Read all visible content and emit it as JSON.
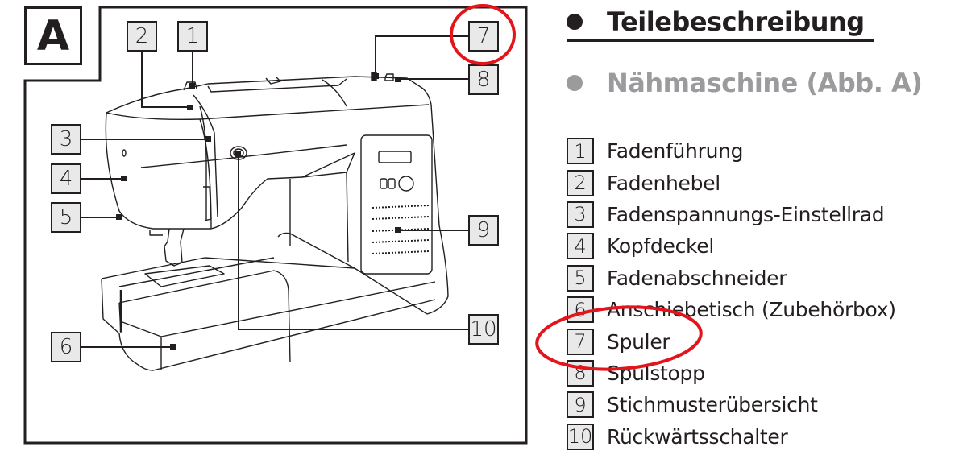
{
  "figure": {
    "label": "A",
    "callouts": [
      {
        "id": "1",
        "text": "1"
      },
      {
        "id": "2",
        "text": "2"
      },
      {
        "id": "3",
        "text": "3"
      },
      {
        "id": "4",
        "text": "4"
      },
      {
        "id": "5",
        "text": "5"
      },
      {
        "id": "6",
        "text": "6"
      },
      {
        "id": "7",
        "text": "7"
      },
      {
        "id": "8",
        "text": "8"
      },
      {
        "id": "9",
        "text": "9"
      },
      {
        "id": "10",
        "text": "10"
      }
    ]
  },
  "text_panel": {
    "heading": "Teilebeschreibung",
    "subheading": "Nähmaschine (Abb. A)",
    "parts": [
      {
        "number": "1",
        "label": "Fadenführung"
      },
      {
        "number": "2",
        "label": "Fadenhebel"
      },
      {
        "number": "3",
        "label": "Fadenspannungs-Einstellrad"
      },
      {
        "number": "4",
        "label": "Kopfdeckel"
      },
      {
        "number": "5",
        "label": "Fadenabschneider"
      },
      {
        "number": "6",
        "label": "Anschiebetisch (Zubehörbox)"
      },
      {
        "number": "7",
        "label": "Spuler"
      },
      {
        "number": "8",
        "label": "Spulstopp"
      },
      {
        "number": "9",
        "label": "Stichmusterübersicht"
      },
      {
        "number": "10",
        "label": "Rückwärtsschalter"
      }
    ]
  },
  "annotations": {
    "highlight_color": "#e3141c",
    "highlighted_part": "7"
  },
  "colors": {
    "ink": "#231f20",
    "callout_fill": "#e8e9e8",
    "subheading_gray": "#9b9b9e"
  }
}
